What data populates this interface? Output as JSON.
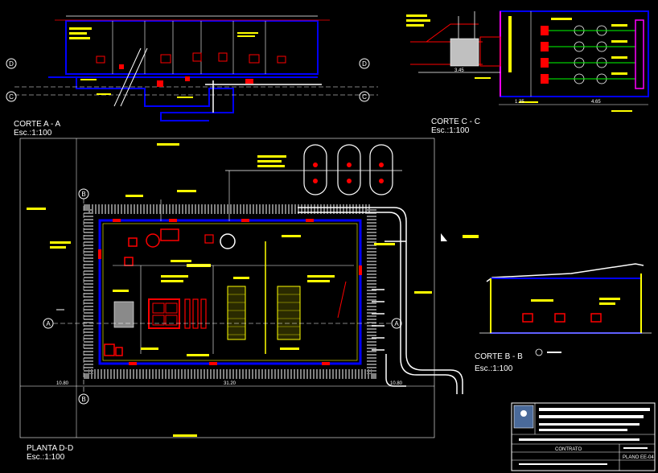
{
  "colors": {
    "background": "#000000",
    "wall": "#0000ff",
    "dimension": "#ffffff",
    "label": "#ffff00",
    "equipment": "#ff0000",
    "pipe": "#ffffff",
    "hatch": "#808080",
    "grid": "#00ffff",
    "accent": "#ff00ff"
  },
  "views": {
    "corte_aa": {
      "title": "CORTE A - A",
      "scale": "Esc.:1:100"
    },
    "corte_cc": {
      "title": "CORTE C - C",
      "scale": "Esc.:1:100"
    },
    "corte_bb": {
      "title": "CORTE B - B",
      "scale": "Esc.:1:100"
    },
    "planta_dd": {
      "title": "PLANTA D-D",
      "scale": "Esc.:1:100"
    }
  },
  "section_markers": [
    "A",
    "B",
    "C",
    "D"
  ],
  "dimensions": {
    "plan_width": "31.20",
    "plan_left": "10.80",
    "plan_right": "10.80",
    "cc_a": "3.45",
    "cc_b": "4.65",
    "cc_c": "1.35"
  },
  "title_block": {
    "contrato_label": "CONTRATO",
    "plano_label": "PLANO EE-04"
  }
}
